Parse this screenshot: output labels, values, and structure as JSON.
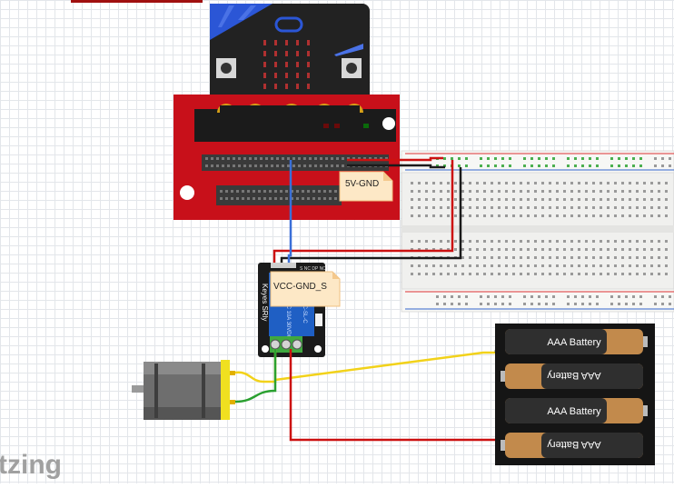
{
  "diagram": {
    "notes": {
      "power": "5V-GND",
      "relay": "VCC-GND_S"
    },
    "batteries": [
      {
        "label": "AAA Battery"
      },
      {
        "label": "AAA Battery"
      },
      {
        "label": "AAA Battery"
      },
      {
        "label": "AAA Battery"
      }
    ],
    "relay": {
      "brand": "Keyes SRly",
      "pins": "S NC DP NO",
      "coil": "SRD-05VDC-SL-C",
      "rating": "10A 250VAC 10A 30VDC"
    },
    "watermark": "tzing",
    "colors": {
      "board_red": "#c8101a",
      "microbit": "#222222",
      "wire_red": "#cc1111",
      "wire_black": "#1a1a1a",
      "wire_blue": "#3a6fd8",
      "wire_yellow": "#f2d21a",
      "wire_green": "#2aa030",
      "note_fill": "#fde8c6",
      "relay_blue": "#1f5fc4",
      "motor_yellow": "#f0e020"
    }
  }
}
